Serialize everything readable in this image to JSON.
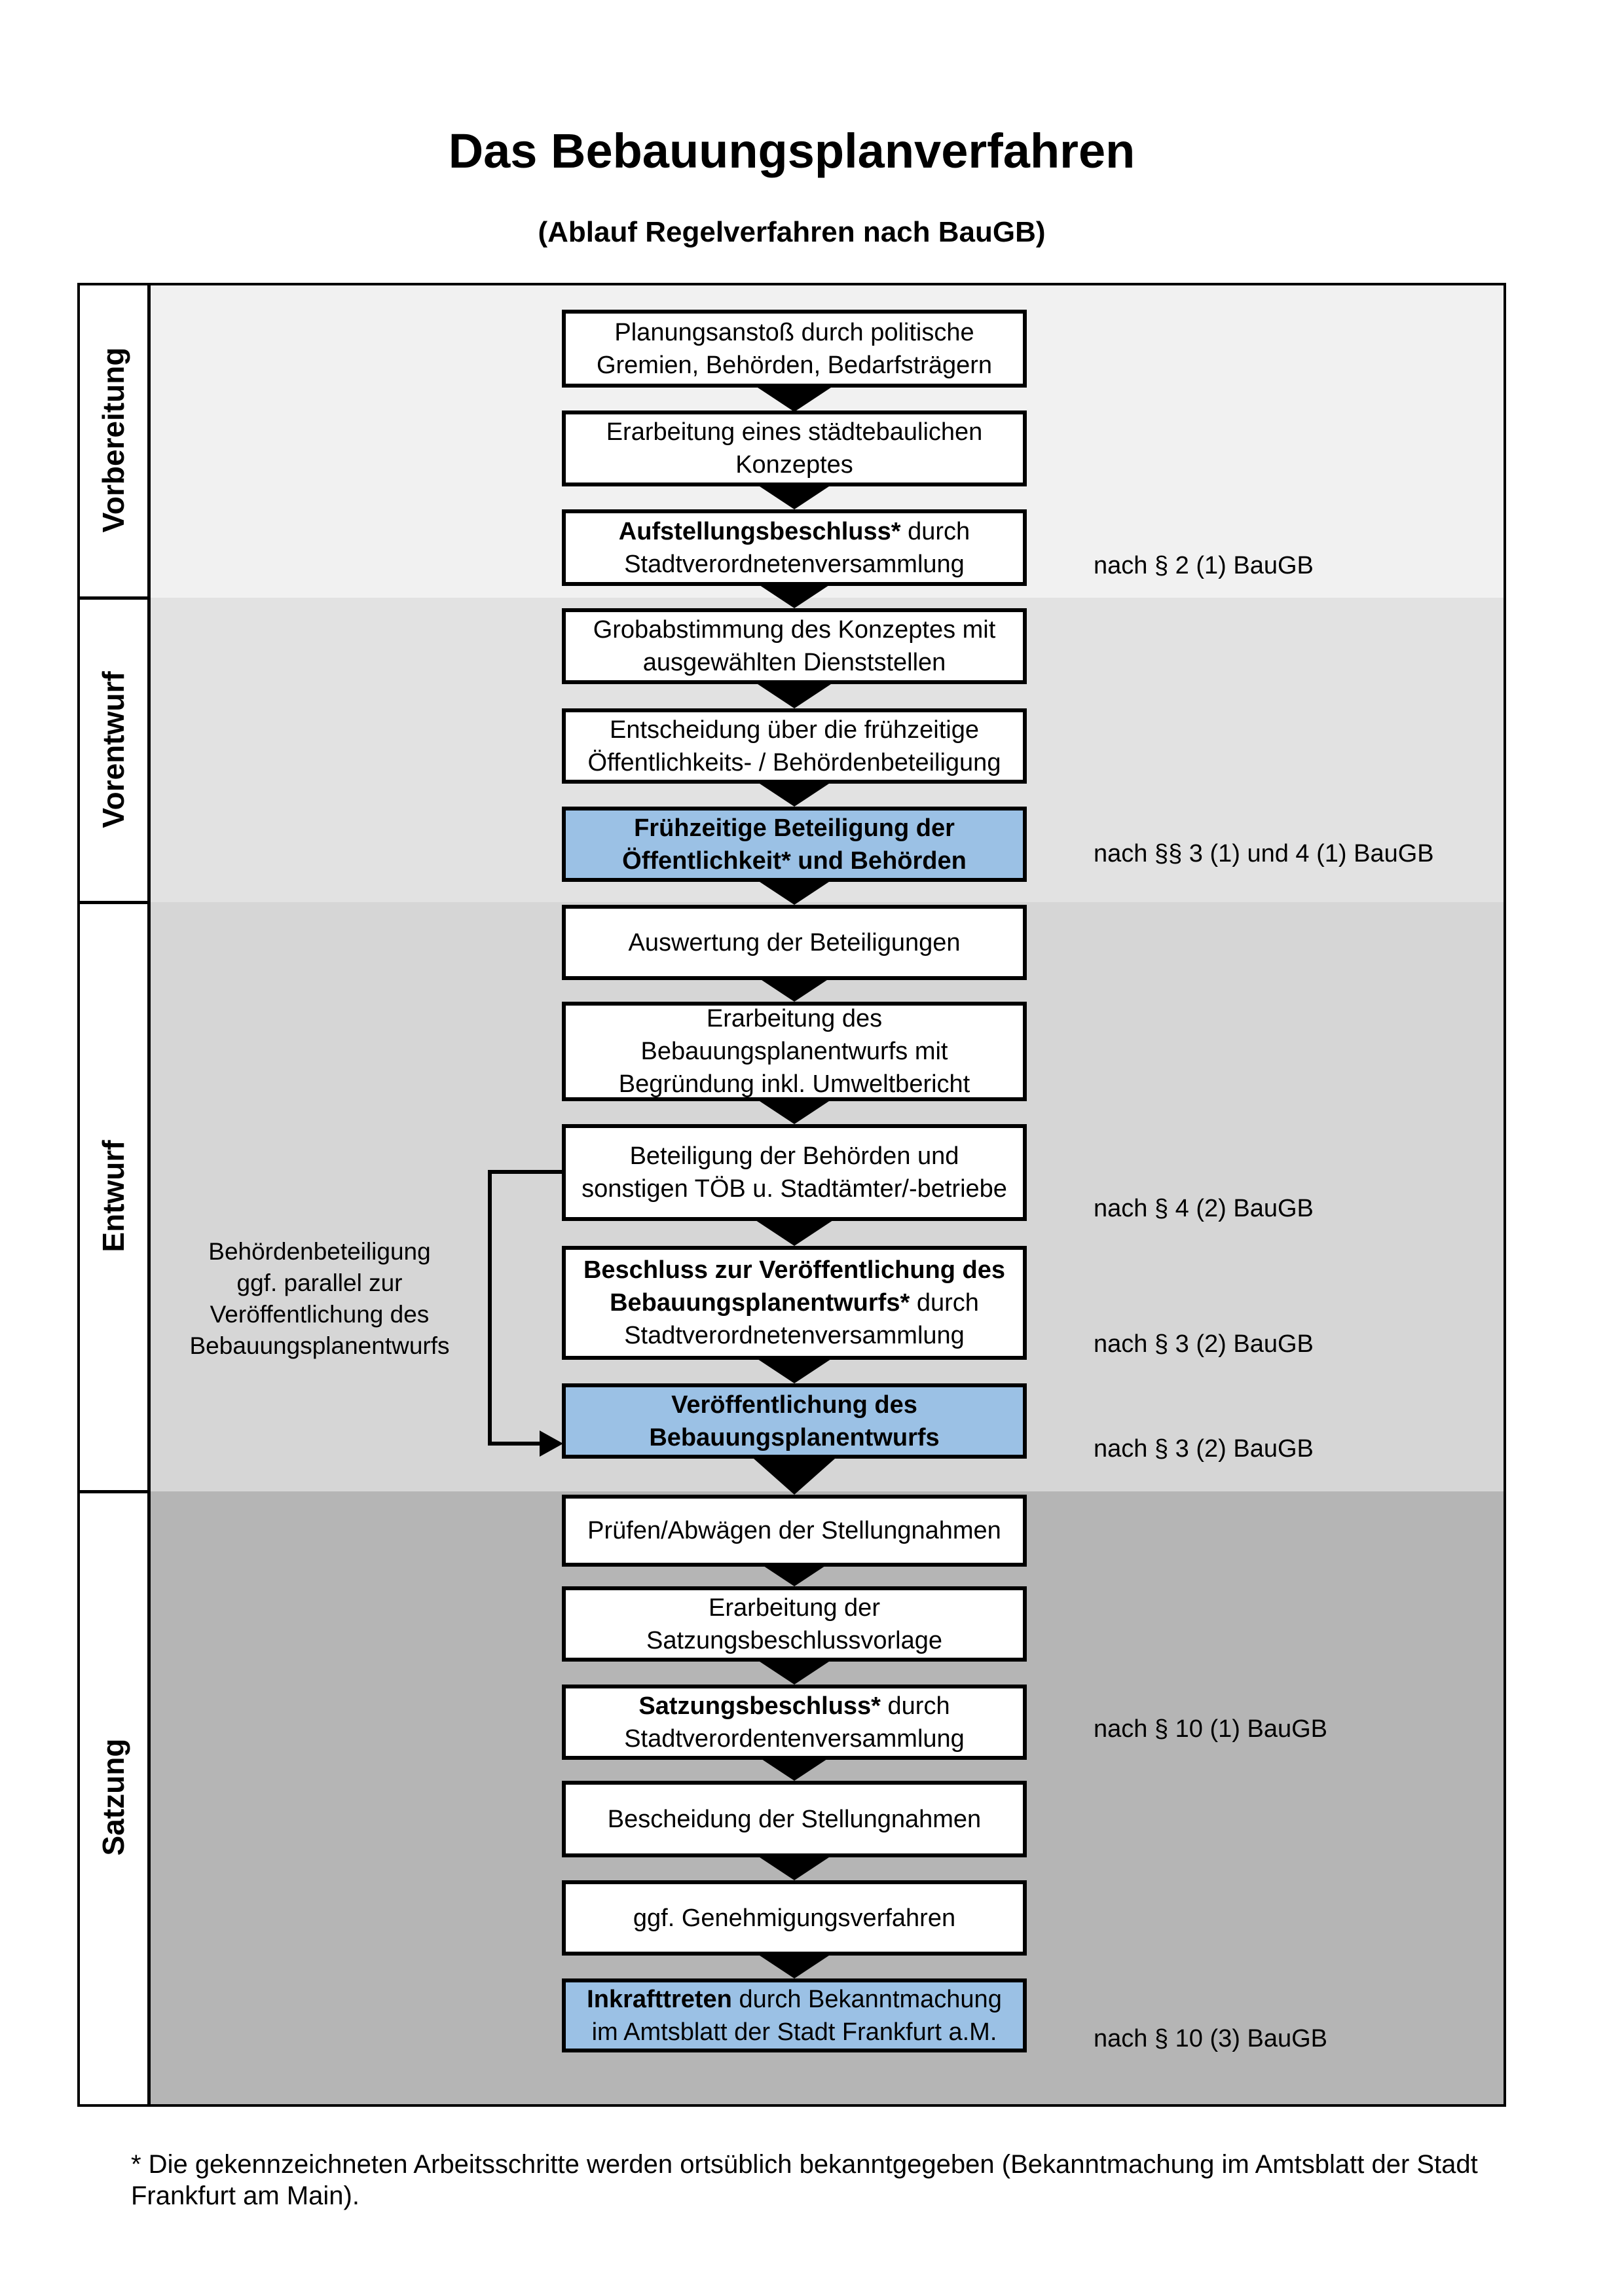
{
  "title": "Das Bebauungsplanverfahren",
  "subtitle": "(Ablauf Regelverfahren nach BauGB)",
  "phases": [
    {
      "label": "Vorbereitung"
    },
    {
      "label": "Vorentwurf"
    },
    {
      "label": "Entwurf"
    },
    {
      "label": "Satzung"
    }
  ],
  "boxes": {
    "b1": {
      "line1": "Planungsanstoß durch politische",
      "line2": "Gremien, Behörden, Bedarfsträgern"
    },
    "b2": {
      "line1": "Erarbeitung eines städtebaulichen",
      "line2": "Konzeptes"
    },
    "b3": {
      "bold1": "Aufstellungsbeschluss*",
      "rest1": " durch",
      "line2": "Stadtverordnetenversammlung"
    },
    "b4": {
      "line1": "Grobabstimmung des Konzeptes mit",
      "line2": "ausgewählten Dienststellen"
    },
    "b5": {
      "line1": "Entscheidung über die frühzeitige",
      "line2": "Öffentlichkeits- / Behördenbeteiligung"
    },
    "b6": {
      "line1": "Frühzeitige Beteiligung der",
      "line2": "Öffentlichkeit* und Behörden"
    },
    "b7": {
      "line1": "Auswertung der Beteiligungen"
    },
    "b8": {
      "line1": "Erarbeitung des",
      "line2": "Bebauungsplanentwurfs mit",
      "line3": "Begründung inkl. Umweltbericht"
    },
    "b9": {
      "line1": "Beteiligung der Behörden und",
      "line2": "sonstigen TÖB u. Stadtämter/-betriebe"
    },
    "b10": {
      "bold1": "Beschluss zur Veröffentlichung des",
      "bold2": "Bebauungsplanentwurfs*",
      "rest2": " durch",
      "line3": "Stadtverordnetenversammlung"
    },
    "b11": {
      "line1": "Veröffentlichung des",
      "line2": "Bebauungsplanentwurfs"
    },
    "b12": {
      "line1": "Prüfen/Abwägen der Stellungnahmen"
    },
    "b13": {
      "line1": "Erarbeitung der",
      "line2": "Satzungsbeschlussvorlage"
    },
    "b14": {
      "bold1": "Satzungsbeschluss*",
      "rest1": " durch",
      "line2": "Stadtverordentenversammlung"
    },
    "b15": {
      "line1": "Bescheidung der Stellungnahmen"
    },
    "b16": {
      "line1": "ggf. Genehmigungsverfahren"
    },
    "b17": {
      "bold1": "Inkrafttreten",
      "rest1": " durch Bekanntmachung",
      "line2": "im Amtsblatt der Stadt Frankfurt a.M."
    }
  },
  "annotations": {
    "a1": "nach § 2 (1) BauGB",
    "a2": "nach §§ 3 (1) und 4 (1) BauGB",
    "a3": "nach § 4 (2) BauGB",
    "a4": "nach § 3 (2) BauGB",
    "a5": "nach § 3 (2) BauGB",
    "a6": "nach § 10 (1) BauGB",
    "a7": "nach § 10 (3) BauGB"
  },
  "side_note": {
    "line1": "Behördenbeteiligung",
    "line2": "ggf. parallel zur",
    "line3": "Veröffentlichung des",
    "line4": "Bebauungsplanentwurfs"
  },
  "footnote": {
    "line1": "* Die gekennzeichneten Arbeitsschritte werden ortsüblich bekanntgegeben (Bekanntmachung im Amtsblatt  der Stadt",
    "line2": "Frankfurt am Main)."
  },
  "colors": {
    "highlight_box": "#9bc1e5",
    "box_border": "#000000",
    "section_vorbereitung": "#f1f1f1",
    "section_vorentwurf": "#e2e2e2",
    "section_entwurf": "#d6d6d6",
    "section_satzung": "#b5b5b5"
  }
}
